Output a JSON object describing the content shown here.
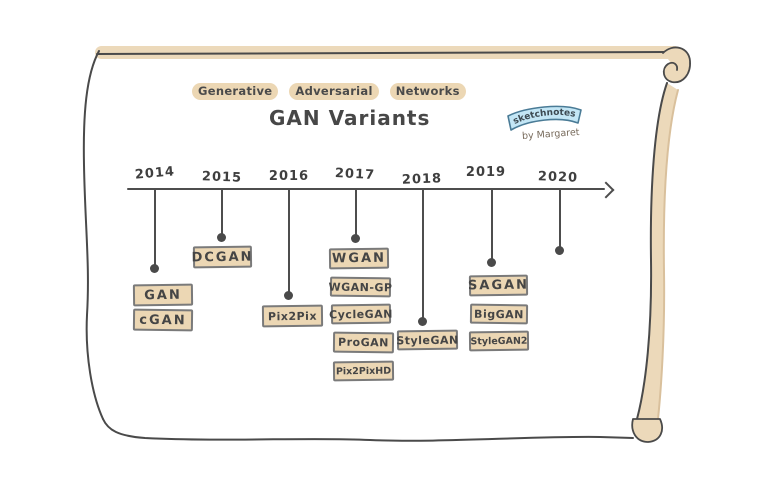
{
  "header": {
    "subtitle_words": [
      "Generative",
      "Adversarial",
      "Networks"
    ],
    "title": "GAN Variants"
  },
  "badge": {
    "name": "sketchnotes",
    "byline": "by Margaret"
  },
  "chart_data": {
    "type": "timeline",
    "title": "GAN Variants",
    "subtitle": "Generative Adversarial Networks",
    "axis": {
      "start": "2014",
      "end": "2020",
      "direction": "left-to-right",
      "arrow": true
    },
    "years": [
      {
        "year": "2014",
        "variants": [
          "GAN",
          "cGAN"
        ]
      },
      {
        "year": "2015",
        "variants": [
          "DCGAN"
        ]
      },
      {
        "year": "2016",
        "variants": [
          "Pix2Pix"
        ]
      },
      {
        "year": "2017",
        "variants": [
          "WGAN",
          "WGAN-GP",
          "CycleGAN",
          "ProGAN",
          "Pix2PixHD"
        ]
      },
      {
        "year": "2018",
        "variants": [
          "StyleGAN"
        ]
      },
      {
        "year": "2019",
        "variants": [
          "SAGAN",
          "BigGAN",
          "StyleGAN2"
        ]
      },
      {
        "year": "2020",
        "variants": []
      }
    ]
  },
  "colors": {
    "highlight_tan": "#ecd7b4",
    "scroll_tan": "#ecd9ba",
    "box_border_gray": "#7a7a7a",
    "ink_dark": "#454545",
    "timeline_gray": "#4d4d4d",
    "badge_blue": "#c3e6f5",
    "badge_border_blue": "#4a7b96"
  }
}
